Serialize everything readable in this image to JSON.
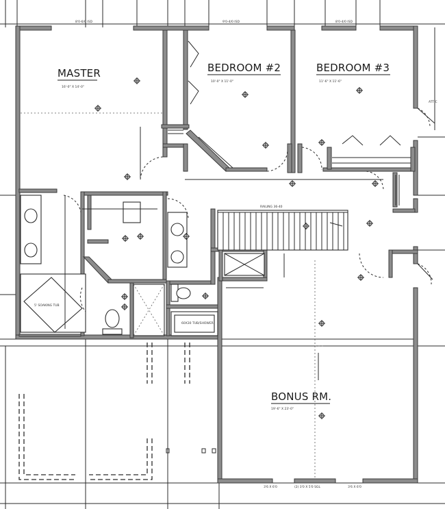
{
  "rooms": {
    "master": {
      "name": "MASTER",
      "size": "16'-0\" X 14'-0\""
    },
    "bedroom2": {
      "name": "BEDROOM #2",
      "size": "10'-0\" X 11'-0\""
    },
    "bedroom3": {
      "name": "BEDROOM #3",
      "size": "11'-6\" X 11'-6\""
    },
    "bonus": {
      "name": "BONUS RM.",
      "size": "19'-6\" X 23'-0\""
    }
  },
  "notes": {
    "top_left": "8'0-6/0 ISD",
    "top_mid": "9'0-4/0 ISD",
    "top_right": "8'0-4/0 ISD",
    "railing": "RAILING 36-40",
    "attic_right": "ATTIC",
    "tub_left": "5' SOAKING TUB",
    "tub_shower": "60X30 TUB/SHOWER",
    "bottom_left": "3'6 X 6'0",
    "bottom_mid": "(2) 3'0 X 5'0 SGL",
    "bottom_right": "3'6 X 6'0"
  }
}
